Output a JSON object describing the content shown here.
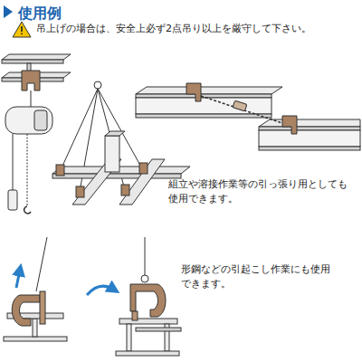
{
  "diagram": {
    "title": "使用例",
    "labels": [
      "吊上げの場合は、安全上必ず2点吊り以上を厳守して下さい。",
      "組立や溶接作業等の引っ張り用としても使用できます。",
      "形鋼などの引起こし作業にも使用できます。"
    ]
  }
}
